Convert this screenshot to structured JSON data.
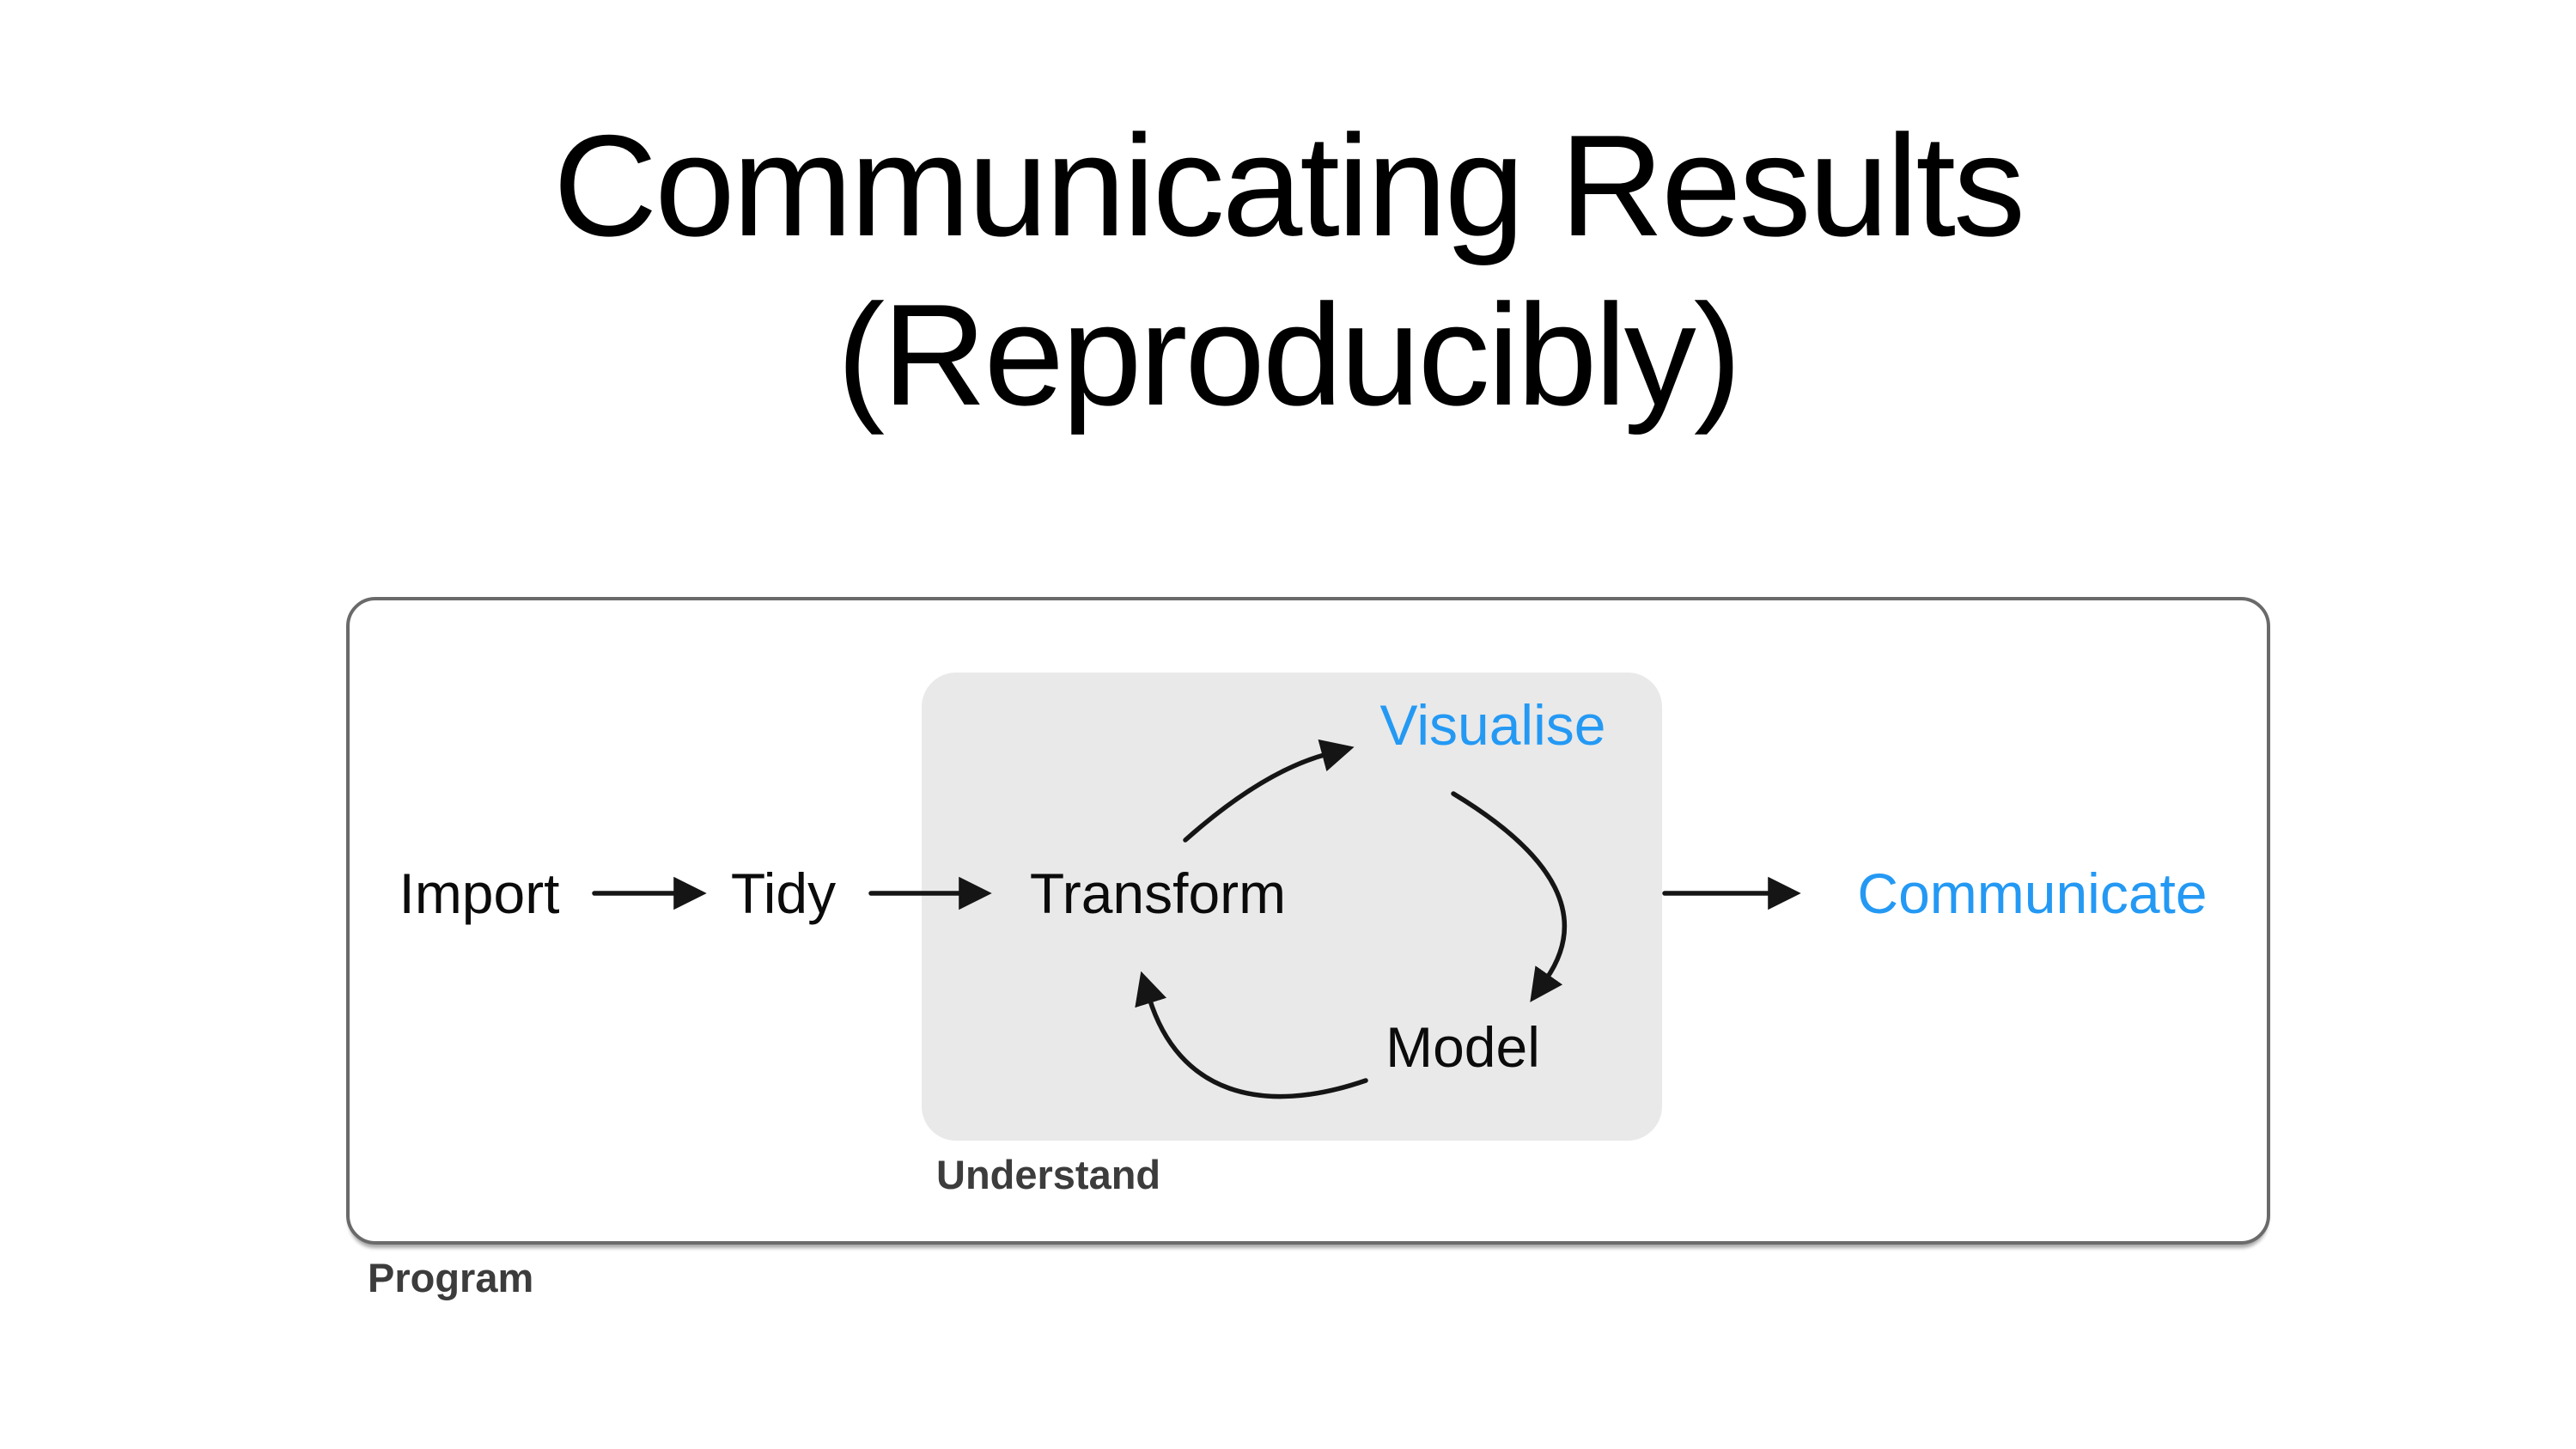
{
  "slide": {
    "title_line1": "Communicating Results",
    "title_line2": "(Reproducibly)"
  },
  "colors": {
    "background": "#ffffff",
    "title_text": "#000000",
    "node_text": "#0b0b0b",
    "accent_blue": "#2499f4",
    "zone_label_gray": "#3c3c3c",
    "outer_box_border": "#6a6a6a",
    "understand_box_fill": "#e9e9e9",
    "arrow": "#151515"
  },
  "diagram": {
    "outer_zone_label": "Program",
    "inner_zone_label": "Understand",
    "nodes": [
      {
        "id": "import",
        "label": "Import",
        "color": "black"
      },
      {
        "id": "tidy",
        "label": "Tidy",
        "color": "black"
      },
      {
        "id": "transform",
        "label": "Transform",
        "color": "black"
      },
      {
        "id": "visualise",
        "label": "Visualise",
        "color": "blue"
      },
      {
        "id": "model",
        "label": "Model",
        "color": "black"
      },
      {
        "id": "communicate",
        "label": "Communicate",
        "color": "blue"
      }
    ],
    "edges": [
      {
        "from": "import",
        "to": "tidy",
        "style": "straight"
      },
      {
        "from": "tidy",
        "to": "transform",
        "style": "straight"
      },
      {
        "from": "transform",
        "to": "visualise",
        "style": "curved"
      },
      {
        "from": "visualise",
        "to": "model",
        "style": "curved"
      },
      {
        "from": "model",
        "to": "transform",
        "style": "curved"
      },
      {
        "from": "understand",
        "to": "communicate",
        "style": "straight"
      }
    ]
  }
}
